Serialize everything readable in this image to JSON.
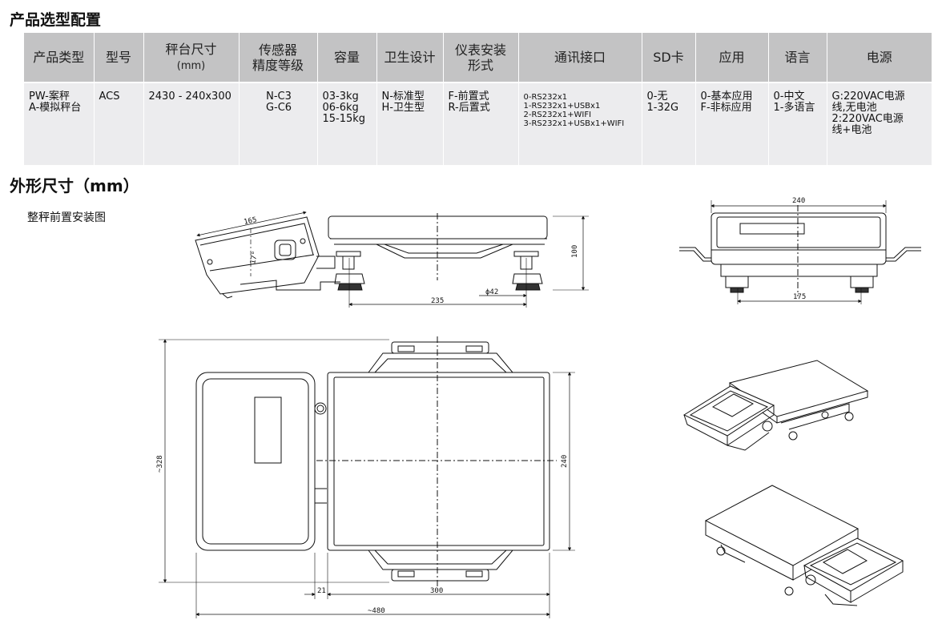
{
  "headings": {
    "selection": "产品选型配置",
    "dimensions": "外形尺寸（mm）",
    "front_mount": "整秤前置安装图"
  },
  "table": {
    "headers": [
      {
        "main": "产品类型",
        "sub": ""
      },
      {
        "main": "型号",
        "sub": ""
      },
      {
        "main": "秤台尺寸",
        "sub": "(mm)"
      },
      {
        "main": "传感器\n精度等级",
        "sub": ""
      },
      {
        "main": "容量",
        "sub": ""
      },
      {
        "main": "卫生设计",
        "sub": ""
      },
      {
        "main": "仪表安装\n形式",
        "sub": ""
      },
      {
        "main": "通讯接口",
        "sub": ""
      },
      {
        "main": "SD卡",
        "sub": ""
      },
      {
        "main": "应用",
        "sub": ""
      },
      {
        "main": "语言",
        "sub": ""
      },
      {
        "main": "电源",
        "sub": ""
      }
    ],
    "row": [
      "PW-案秤\nA-模拟秤台",
      "ACS",
      "2430 - 240x300",
      "N-C3\nG-C6",
      "03-3kg\n06-6kg\n15-15kg",
      "N-标准型\nH-卫生型",
      "F-前置式\nR-后置式",
      "0-RS232x1\n1-RS232x1+USBx1\n2-RS232x1+WIFI\n3-RS232x1+USBx1+WIFI",
      "0-无\n1-32G",
      "0-基本应用\nF-非标应用",
      "0-中文\n1-多语言",
      "G:220VAC电源\n线,无电池\n2:220VAC电源\n线+电池"
    ]
  },
  "dims": {
    "side_165": "165",
    "side_angle": "17°",
    "side_100": "100",
    "side_235": "235",
    "side_phi42": "ϕ42",
    "front_240": "240",
    "front_175": "175",
    "top_328": "~328",
    "top_240": "240",
    "top_21": "21",
    "top_300": "300",
    "top_480": "~480"
  }
}
